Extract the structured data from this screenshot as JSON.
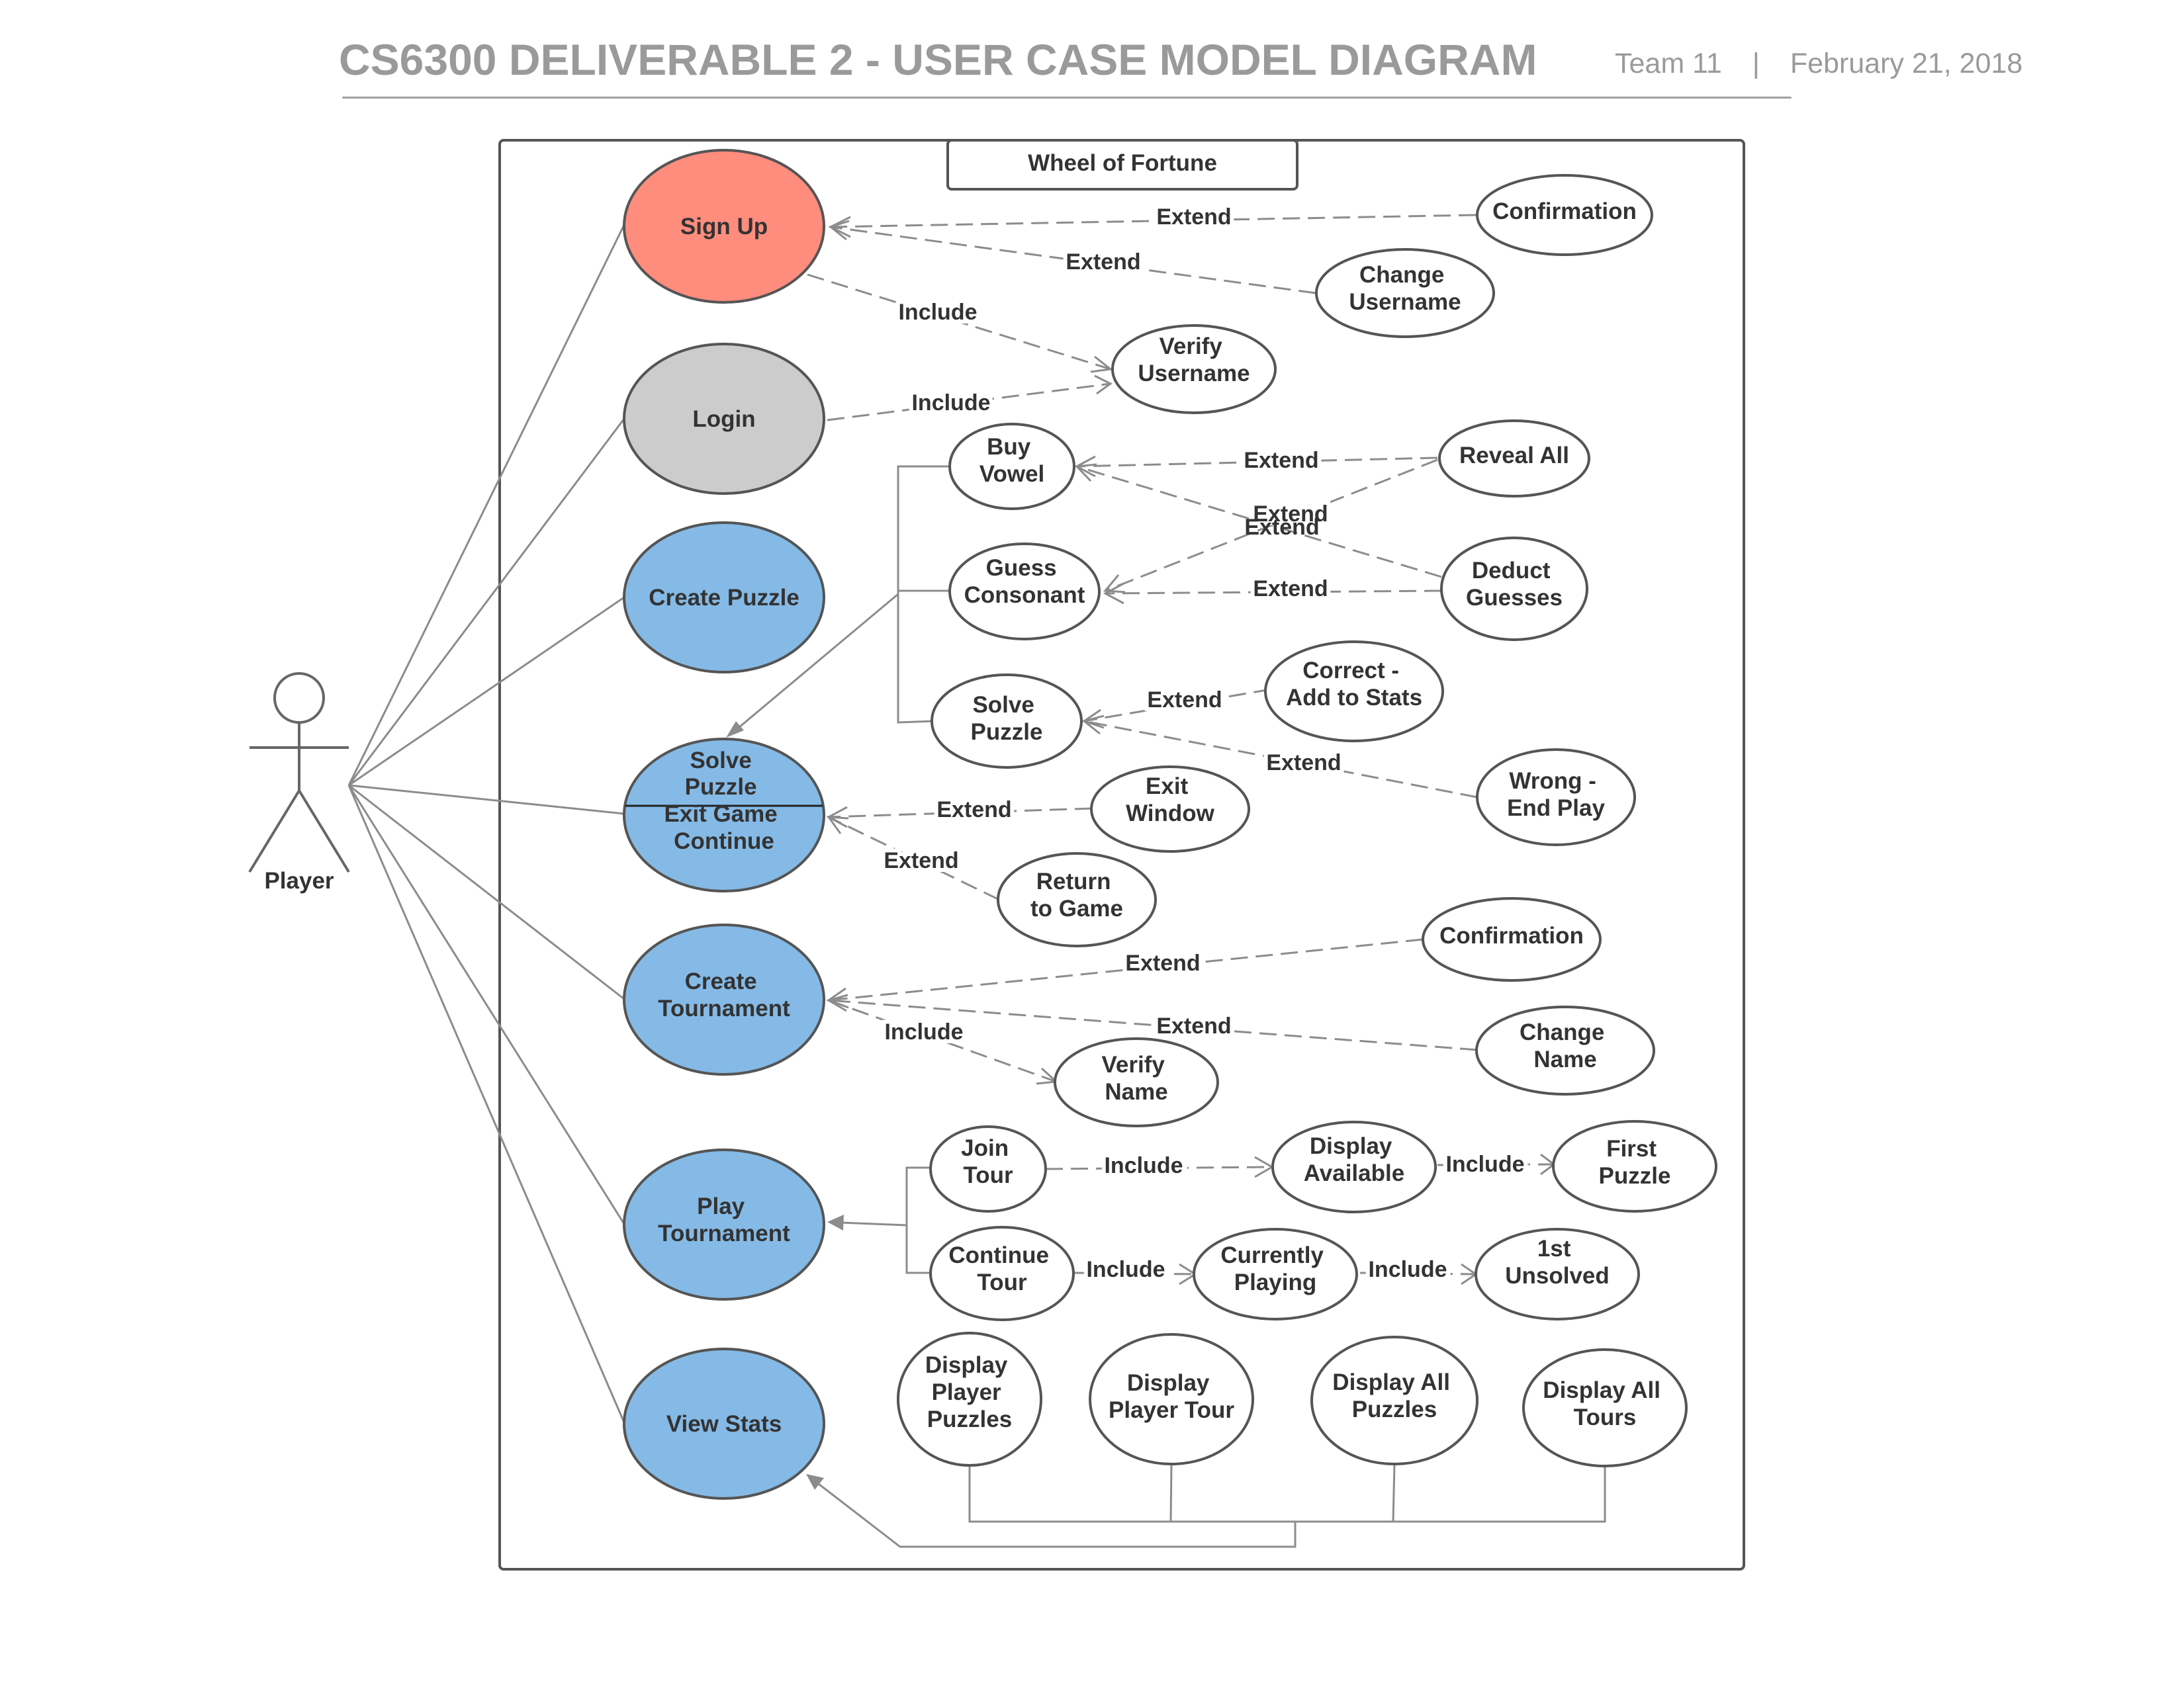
{
  "header": {
    "title": "CS6300 DELIVERABLE 2 - USER CASE MODEL DIAGRAM",
    "team": "Team 11",
    "separator": "|",
    "date": "February 21, 2018"
  },
  "system": {
    "name": "Wheel of Fortune"
  },
  "actor": {
    "name": "Player"
  },
  "colors": {
    "sign_up": "#ff8d7e",
    "login": "#cccccc",
    "primary": "#85bae6",
    "line": "#8c8c8c",
    "title": "#9a9a9a"
  },
  "use_cases": {
    "sign_up": [
      "Sign Up"
    ],
    "login": [
      "Login"
    ],
    "create_puzzle": [
      "Create Puzzle"
    ],
    "solve_puzzle_top": [
      "Solve",
      "Puzzle"
    ],
    "solve_puzzle_bottom": [
      "Exit Game",
      "Continue"
    ],
    "create_tournament": [
      "Create",
      "Tournament"
    ],
    "play_tournament": [
      "Play",
      "Tournament"
    ],
    "view_stats": [
      "View Stats"
    ],
    "confirmation_1": [
      "Confirmation"
    ],
    "change_username": [
      "Change",
      "Username"
    ],
    "verify_username": [
      "Verify",
      "Username"
    ],
    "buy_vowel": [
      "Buy",
      "Vowel"
    ],
    "guess_consonant": [
      "Guess",
      "Consonant"
    ],
    "solve_puzzle_small": [
      "Solve",
      "Puzzle"
    ],
    "reveal_all": [
      "Reveal All"
    ],
    "deduct_guesses": [
      "Deduct",
      "Guesses"
    ],
    "correct_add_stats": [
      "Correct -",
      "Add to Stats"
    ],
    "wrong_end_play": [
      "Wrong -",
      "End Play"
    ],
    "exit_window": [
      "Exit",
      "Window"
    ],
    "return_to_game": [
      "Return",
      "to Game"
    ],
    "confirmation_2": [
      "Confirmation"
    ],
    "change_name": [
      "Change",
      "Name"
    ],
    "verify_name": [
      "Verify",
      "Name"
    ],
    "join_tour": [
      "Join",
      "Tour"
    ],
    "display_available": [
      "Display",
      "Available"
    ],
    "first_puzzle": [
      "First",
      "Puzzle"
    ],
    "continue_tour": [
      "Continue",
      "Tour"
    ],
    "currently_playing": [
      "Currently",
      "Playing"
    ],
    "first_unsolved": [
      "1st",
      "Unsolved"
    ],
    "display_player_puzzles": [
      "Display",
      "Player",
      "Puzzles"
    ],
    "display_player_tour": [
      "Display",
      "Player Tour"
    ],
    "display_all_puzzles": [
      "Display All",
      "Puzzles"
    ],
    "display_all_tours": [
      "Display All",
      "Tours"
    ]
  },
  "relationships": {
    "signup_confirmation": "Extend",
    "signup_change_username": "Extend",
    "signup_verify_username": "Include",
    "login_verify_username": "Include",
    "buy_vowel_reveal_all": "Extend",
    "buy_vowel_deduct_guesses": "Extend",
    "guess_consonant_reveal_all": "Extend",
    "guess_consonant_deduct_guesses": "Extend",
    "solve_correct": "Extend",
    "solve_wrong": "Extend",
    "exit_window": "Extend",
    "return_to_game": "Extend",
    "tournament_confirmation": "Extend",
    "tournament_change_name": "Extend",
    "tournament_verify_name": "Include",
    "join_tour_display_available": "Include",
    "display_available_first_puzzle": "Include",
    "continue_tour_currently_playing": "Include",
    "currently_playing_first_unsolved": "Include"
  }
}
